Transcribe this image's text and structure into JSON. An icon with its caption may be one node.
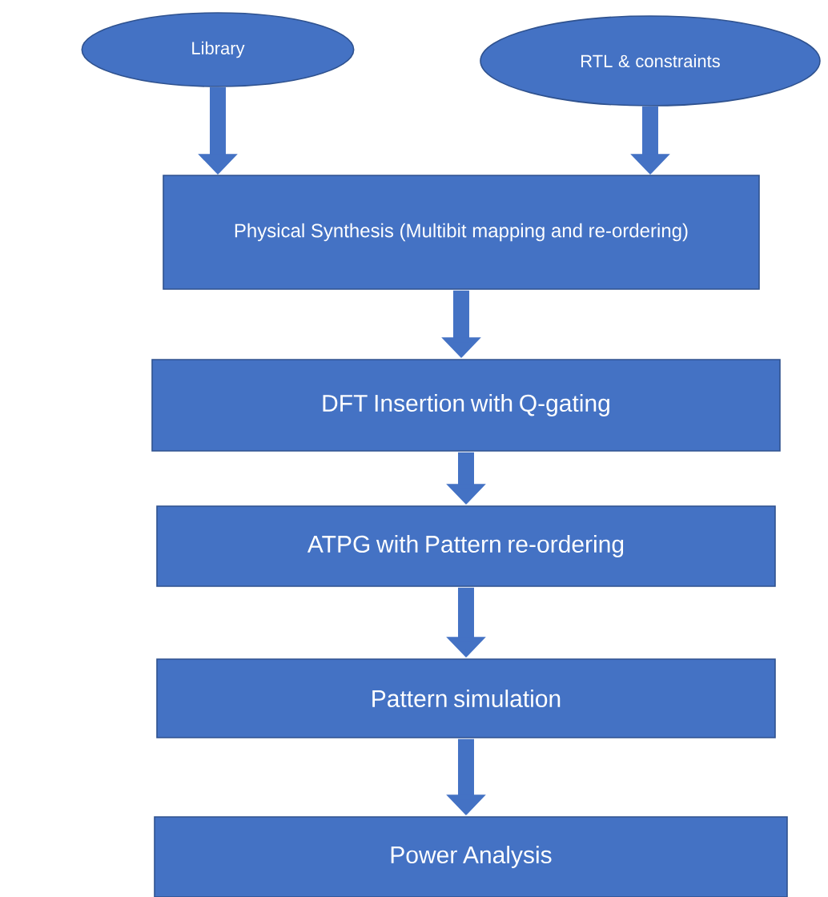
{
  "diagram": {
    "nodes": [
      {
        "text": [
          "Library"
        ]
      },
      {
        "text": [
          "RTL & constraints"
        ]
      },
      {
        "text": [
          "Physical Synthesis (Multibit mapping and re-ordering)"
        ]
      },
      {
        "text": [
          "DFT Insertion with Q-gating"
        ]
      },
      {
        "text": [
          "ATPG with Pattern re-ordering"
        ]
      },
      {
        "text": [
          "Pattern simulation"
        ]
      },
      {
        "text": [
          "Power Analysis"
        ]
      }
    ],
    "edges": [
      {
        "from": 0,
        "to": 2,
        "arrow": "to"
      },
      {
        "from": 1,
        "to": 2,
        "arrow": "to"
      },
      {
        "from": 2,
        "to": 3,
        "arrow": "to"
      },
      {
        "from": 3,
        "to": 4,
        "arrow": "to"
      },
      {
        "from": 4,
        "to": 5,
        "arrow": "to"
      },
      {
        "from": 5,
        "to": 6,
        "arrow": "to"
      }
    ]
  }
}
